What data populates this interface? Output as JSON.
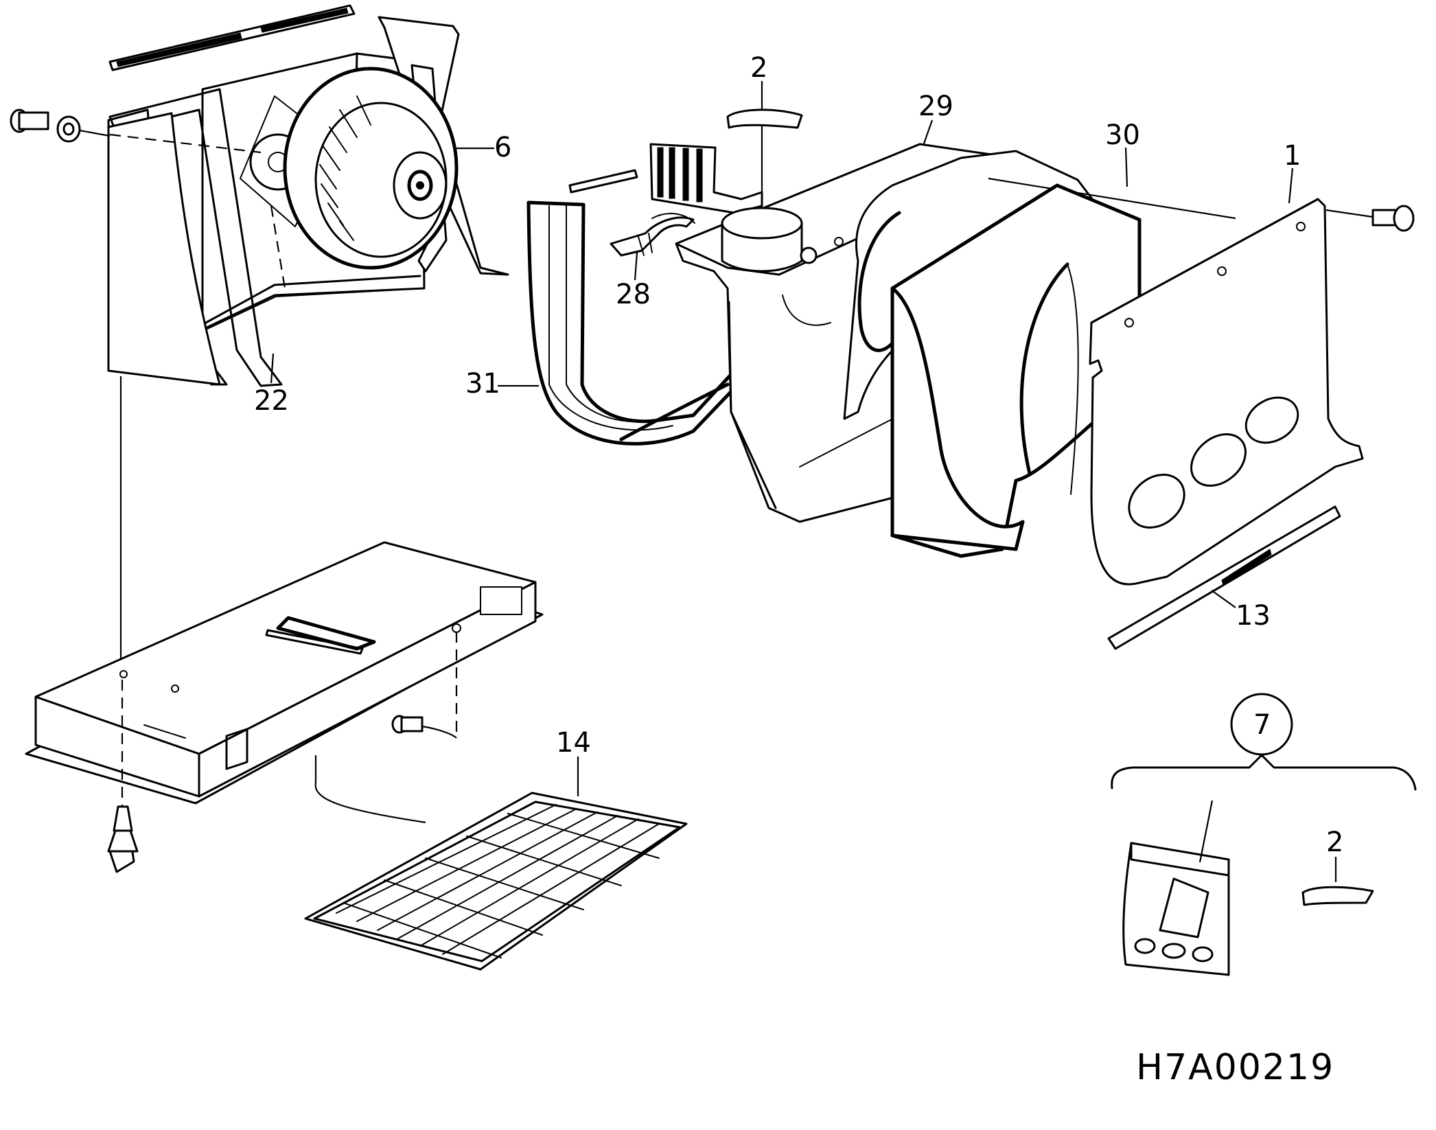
{
  "diagram": {
    "drawing_code": "H7A00219",
    "callouts": {
      "c2_top": "2",
      "c29": "29",
      "c30": "30",
      "c1": "1",
      "c6": "6",
      "c22": "22",
      "c28": "28",
      "c31": "31",
      "c13": "13",
      "c14": "14",
      "c7": "7",
      "c2_kit": "2"
    }
  }
}
